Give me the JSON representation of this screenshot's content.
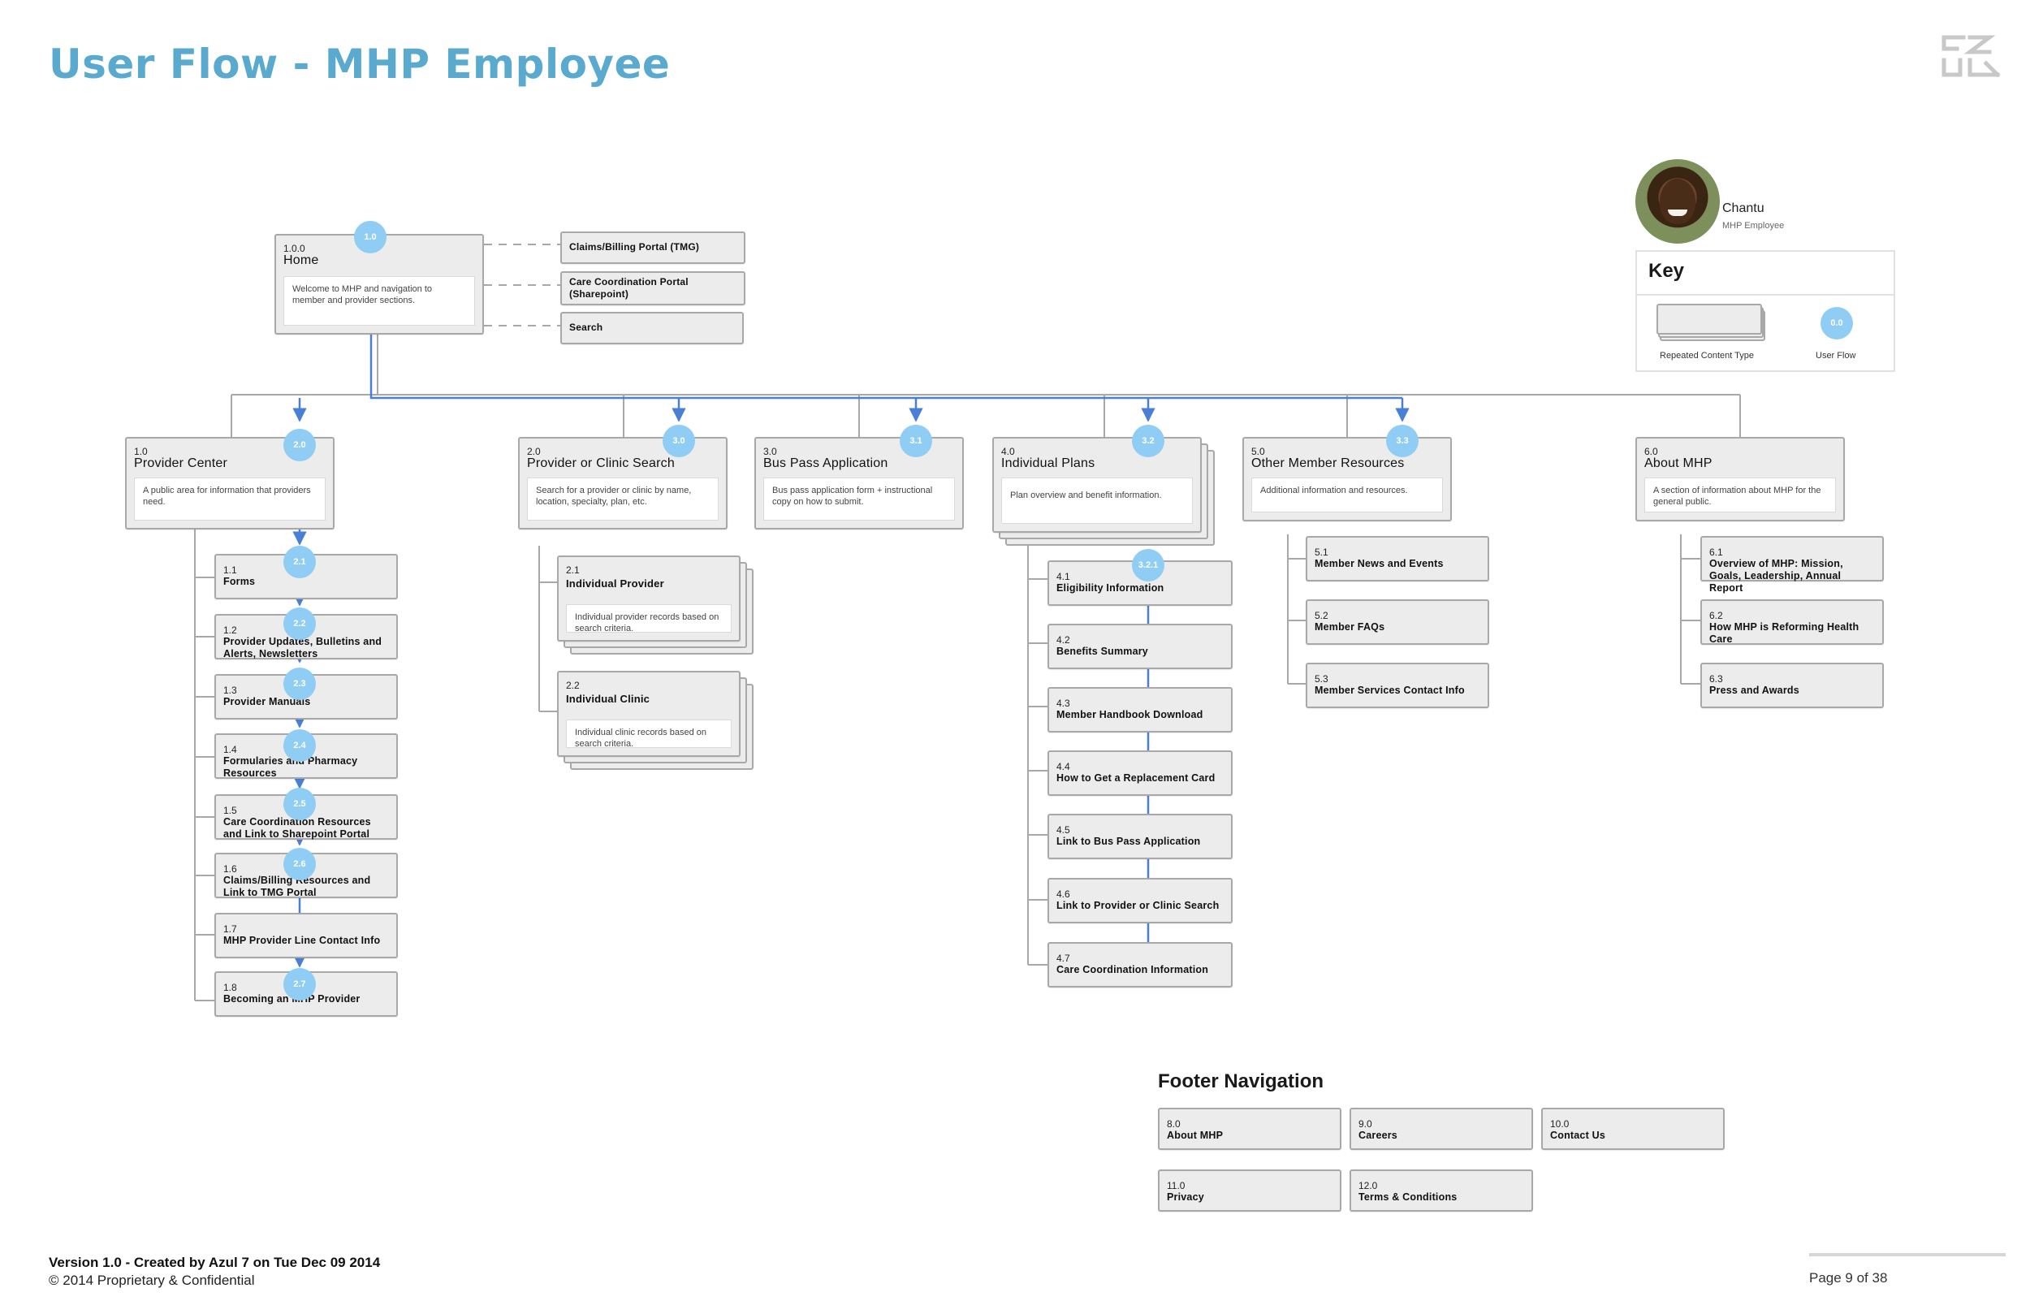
{
  "header": {
    "title": "User Flow - MHP Employee"
  },
  "persona": {
    "name": "Chantu",
    "role": "MHP Employee",
    "avatar_icon": "person-photo"
  },
  "key": {
    "title": "Key",
    "repeated_label": "Repeated Content Type",
    "flow_label": "User Flow",
    "flow_sample": "0.0"
  },
  "home": {
    "num": "1.0.0",
    "label": "Home",
    "desc": "Welcome to MHP and navigation to member and provider sections.",
    "links": [
      {
        "label": "Claims/Billing Portal (TMG)"
      },
      {
        "label": "Care Coordination Portal (Sharepoint)"
      },
      {
        "label": "Search"
      }
    ]
  },
  "sections": [
    {
      "num": "1.0",
      "label": "Provider Center",
      "desc": "A public area for information that providers need.",
      "children": [
        {
          "num": "1.1",
          "label": "Forms"
        },
        {
          "num": "1.2",
          "label": "Provider Updates, Bulletins and Alerts, Newsletters"
        },
        {
          "num": "1.3",
          "label": "Provider Manuals"
        },
        {
          "num": "1.4",
          "label": "Formularies and Pharmacy Resources"
        },
        {
          "num": "1.5",
          "label": "Care Coordination Resources and Link to Sharepoint Portal"
        },
        {
          "num": "1.6",
          "label": "Claims/Billing Resources and Link to TMG Portal"
        },
        {
          "num": "1.7",
          "label": "MHP Provider Line Contact Info"
        },
        {
          "num": "1.8",
          "label": "Becoming an MHP Provider"
        }
      ]
    },
    {
      "num": "2.0",
      "label": "Provider or Clinic Search",
      "desc": "Search for a provider or clinic by name, location, specialty, plan, etc.",
      "children": [
        {
          "num": "2.1",
          "label": "Individual Provider",
          "desc": "Individual provider records based on search criteria."
        },
        {
          "num": "2.2",
          "label": "Individual Clinic",
          "desc": "Individual clinic records based on search criteria."
        }
      ]
    },
    {
      "num": "3.0",
      "label": "Bus Pass Application",
      "desc": "Bus pass application form + instructional copy on how to submit.",
      "children": []
    },
    {
      "num": "4.0",
      "label": "Individual Plans",
      "desc": "Plan overview and benefit information.",
      "children": [
        {
          "num": "4.1",
          "label": "Eligibility Information"
        },
        {
          "num": "4.2",
          "label": "Benefits Summary"
        },
        {
          "num": "4.3",
          "label": "Member Handbook Download"
        },
        {
          "num": "4.4",
          "label": "How to Get a Replacement Card"
        },
        {
          "num": "4.5",
          "label": "Link to Bus Pass Application"
        },
        {
          "num": "4.6",
          "label": "Link to Provider or Clinic Search"
        },
        {
          "num": "4.7",
          "label": "Care Coordination Information"
        }
      ]
    },
    {
      "num": "5.0",
      "label": "Other Member Resources",
      "desc": "Additional information and resources.",
      "children": [
        {
          "num": "5.1",
          "label": "Member News and Events"
        },
        {
          "num": "5.2",
          "label": "Member FAQs"
        },
        {
          "num": "5.3",
          "label": "Member Services Contact Info"
        }
      ]
    },
    {
      "num": "6.0",
      "label": "About MHP",
      "desc": "A section of information about MHP for the general public.",
      "children": [
        {
          "num": "6.1",
          "label": "Overview of MHP: Mission, Goals, Leadership, Annual Report"
        },
        {
          "num": "6.2",
          "label": "How MHP is Reforming Health Care"
        },
        {
          "num": "6.3",
          "label": "Press and Awards"
        }
      ]
    }
  ],
  "flow_markers": [
    "1.0",
    "2.0",
    "2.1",
    "2.2",
    "2.3",
    "2.4",
    "2.5",
    "2.6",
    "2.7",
    "3.0",
    "3.1",
    "3.2",
    "3.2.1",
    "3.3"
  ],
  "footer_nav": {
    "title": "Footer Navigation",
    "items": [
      {
        "num": "8.0",
        "label": "About MHP"
      },
      {
        "num": "9.0",
        "label": "Careers"
      },
      {
        "num": "10.0",
        "label": "Contact Us"
      },
      {
        "num": "11.0",
        "label": "Privacy"
      },
      {
        "num": "12.0",
        "label": "Terms & Conditions"
      }
    ]
  },
  "footer": {
    "version": "Version 1.0 - Created by Azul 7 on Tue Dec 09 2014",
    "copyright": "© 2014 Proprietary & Confidential",
    "page": "Page 9 of 38"
  },
  "colors": {
    "title": "#5aa9cf",
    "flow_marker": "#8fcdf4",
    "flow_line": "#4a7fd6",
    "connector": "#a8a8a8",
    "box_fill": "#ececec"
  }
}
